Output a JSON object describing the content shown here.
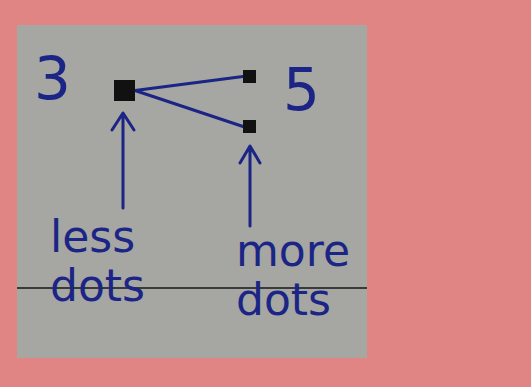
{
  "diagram": {
    "nodes": [
      {
        "text": [
          "3"
        ]
      },
      {
        "text": []
      },
      {
        "text": []
      }
    ],
    "edges": [
      {
        "from": 0,
        "to": 1,
        "arrow": "none"
      },
      {
        "from": 0,
        "to": 2,
        "arrow": "none"
      }
    ],
    "labels": [
      "5",
      "less dots",
      "more dots"
    ]
  }
}
